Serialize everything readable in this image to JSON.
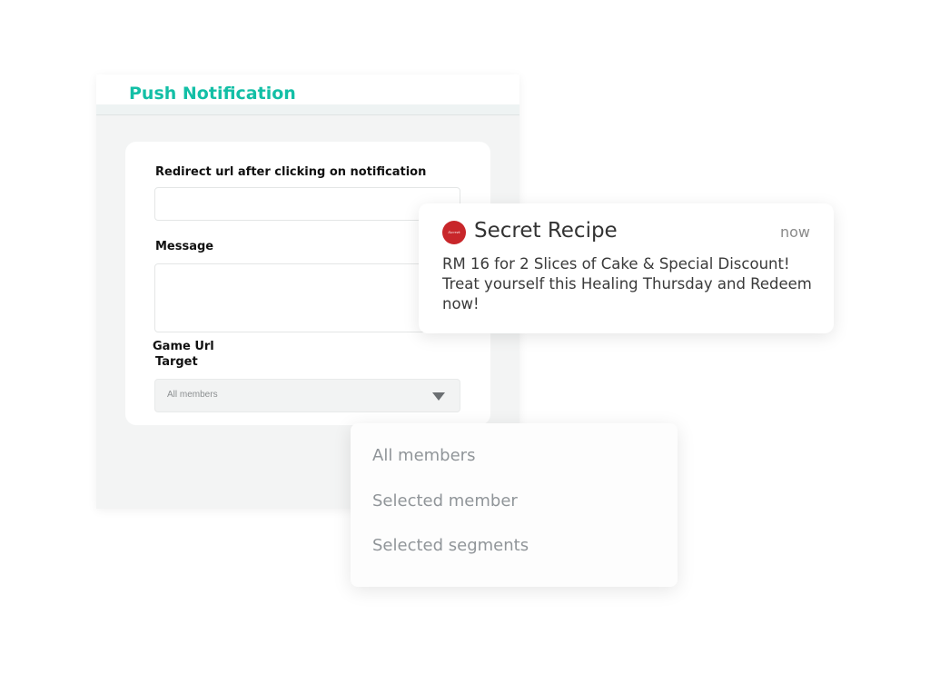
{
  "panel": {
    "title": "Push Notification"
  },
  "form": {
    "redirect_label": "Redirect url after clicking on notification",
    "redirect_value": "",
    "message_label": "Message",
    "message_value": "",
    "game_url_label": "Game Url",
    "target_label": "Target",
    "target_selected": "All members"
  },
  "notification": {
    "logo_text": "Secret Recipe",
    "app_name": "Secret Recipe",
    "time": "now",
    "body": "RM 16 for 2 Slices of Cake & Special Discount! Treat yourself this Healing Thursday and Redeem now!",
    "logo_color": "#c8262a"
  },
  "target_options": [
    "All members",
    "Selected member",
    "Selected segments"
  ],
  "colors": {
    "accent": "#13bfa6"
  }
}
